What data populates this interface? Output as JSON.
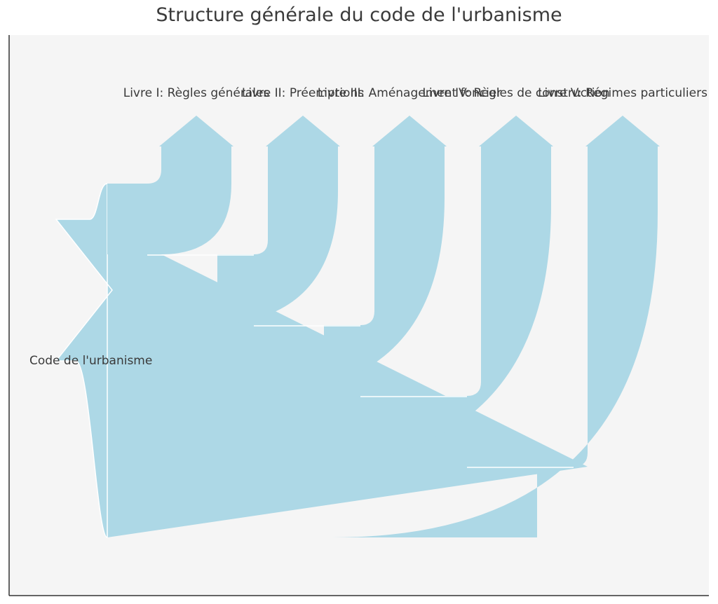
{
  "title": "Structure générale du code de l'urbanisme",
  "colors": {
    "flow": "#add8e6",
    "stroke": "#ffffff",
    "plot_bg": "#f5f5f5",
    "axis": "#333333",
    "text": "#3a3a3a"
  },
  "chart_data": {
    "type": "sankey",
    "orientation": "up",
    "source": {
      "label": "Code de l'urbanisme",
      "value": 4
    },
    "flows": [
      {
        "label": "Livre I: Règles générales",
        "value": 1
      },
      {
        "label": "Livre II: Préemptions",
        "value": 1
      },
      {
        "label": "Livre III: Aménagement foncier",
        "value": 1
      },
      {
        "label": "Livre IV: Règles de construction",
        "value": 1
      },
      {
        "label": "Livre V: Régimes particuliers",
        "value": 1
      }
    ],
    "grid": false
  }
}
